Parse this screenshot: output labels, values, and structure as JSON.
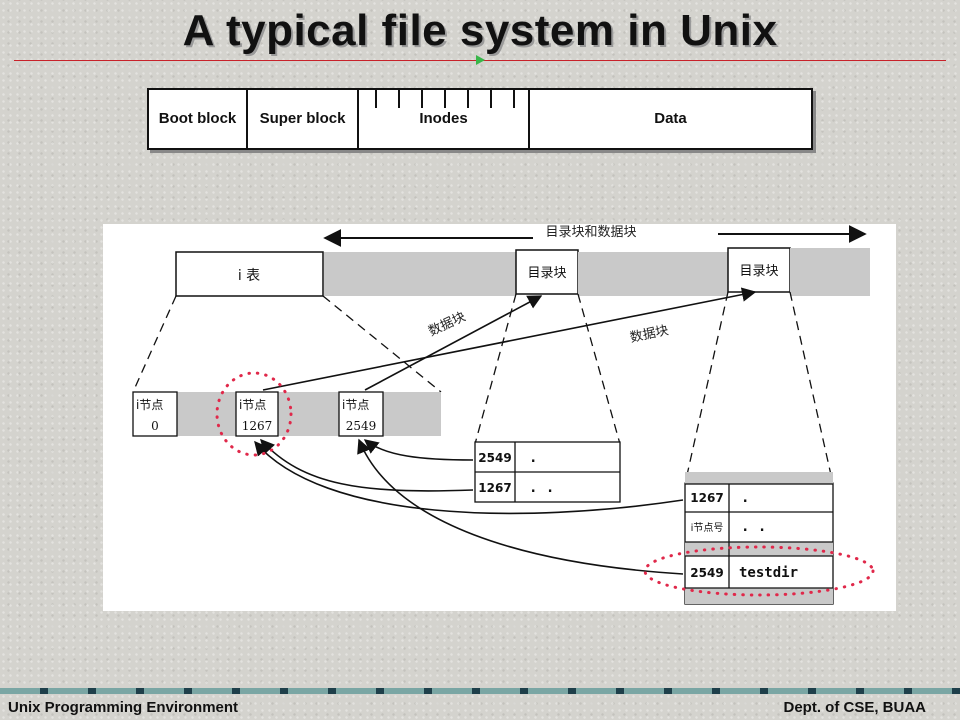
{
  "slide": {
    "title": "A typical file system in Unix",
    "footer_left": "Unix Programming Environment",
    "footer_right": "Dept. of CSE, BUAA"
  },
  "fs_layout": {
    "segments": [
      "Boot block",
      "Super block",
      "Inodes",
      "Data"
    ]
  },
  "diagram": {
    "dir_and_data_label": "目录块和数据块",
    "itable_label": "i 表",
    "dir_block_label": "目录块",
    "data_block_label": "数据块",
    "inode_label": "i节点",
    "inodes": [
      "0",
      "1267",
      "2549"
    ],
    "inode_num_label": "i节点号",
    "dir1": [
      {
        "inode": "2549",
        "name": "."
      },
      {
        "inode": "1267",
        "name": ". ."
      }
    ],
    "dir2": [
      {
        "inode": "1267",
        "name": "."
      },
      {
        "inode": "",
        "name": ". ."
      },
      {
        "inode": "2549",
        "name": "testdir"
      }
    ]
  },
  "colors": {
    "title_rule": "#c8222a",
    "highlight_dots": "#e0284a",
    "gray_fill": "#c9c9c9"
  }
}
